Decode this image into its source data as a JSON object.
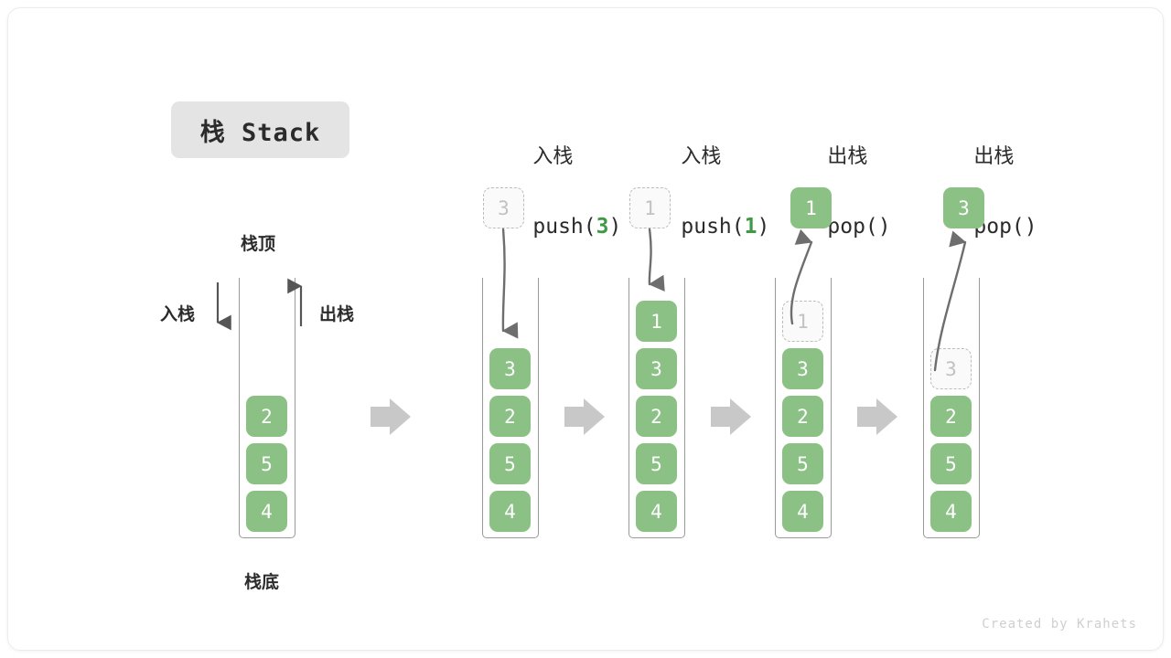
{
  "badge": {
    "label": "栈 Stack"
  },
  "watermark": {
    "text": "Created by Krahets"
  },
  "labels": {
    "top": "栈顶",
    "bottom": "栈底",
    "push_side": "入栈",
    "pop_side": "出栈"
  },
  "colors": {
    "element_fill": "#8cc185",
    "element_text": "#ffffff",
    "ghost_border": "#bcbcbc",
    "ghost_text": "#c2c2c2",
    "arrow_gray": "#c8c8c8",
    "curve_arrow": "#6e6e6e",
    "badge_bg": "#e4e4e4",
    "accent_green": "#3f9a46",
    "tube_border": "#9a9a9a"
  },
  "steps": [
    {
      "id": "initial",
      "title_cn": "",
      "title_code": "",
      "code_arg": "",
      "stack": [
        "2",
        "5",
        "4"
      ],
      "ghost_in_stack": null,
      "floating_box": null,
      "floating_state": null
    },
    {
      "id": "push-3",
      "title_cn": "入栈",
      "title_code_prefix": "push(",
      "code_arg": "3",
      "title_code_suffix": ")",
      "stack": [
        "3",
        "2",
        "5",
        "4"
      ],
      "ghost_in_stack": null,
      "floating_box": "3",
      "floating_state": "ghost"
    },
    {
      "id": "push-1",
      "title_cn": "入栈",
      "title_code_prefix": "push(",
      "code_arg": "1",
      "title_code_suffix": ")",
      "stack": [
        "1",
        "3",
        "2",
        "5",
        "4"
      ],
      "ghost_in_stack": null,
      "floating_box": "1",
      "floating_state": "ghost"
    },
    {
      "id": "pop-1",
      "title_cn": "出栈",
      "title_code_prefix": "pop(",
      "code_arg": "",
      "title_code_suffix": ")",
      "stack": [
        "3",
        "2",
        "5",
        "4"
      ],
      "ghost_in_stack": "1",
      "floating_box": "1",
      "floating_state": "solid"
    },
    {
      "id": "pop-3",
      "title_cn": "出栈",
      "title_code_prefix": "pop(",
      "code_arg": "",
      "title_code_suffix": ")",
      "stack": [
        "2",
        "5",
        "4"
      ],
      "ghost_in_stack": "3",
      "floating_box": "3",
      "floating_state": "solid"
    }
  ],
  "separators": [
    "flow-arrow",
    "flow-arrow",
    "flow-arrow",
    "flow-arrow"
  ]
}
